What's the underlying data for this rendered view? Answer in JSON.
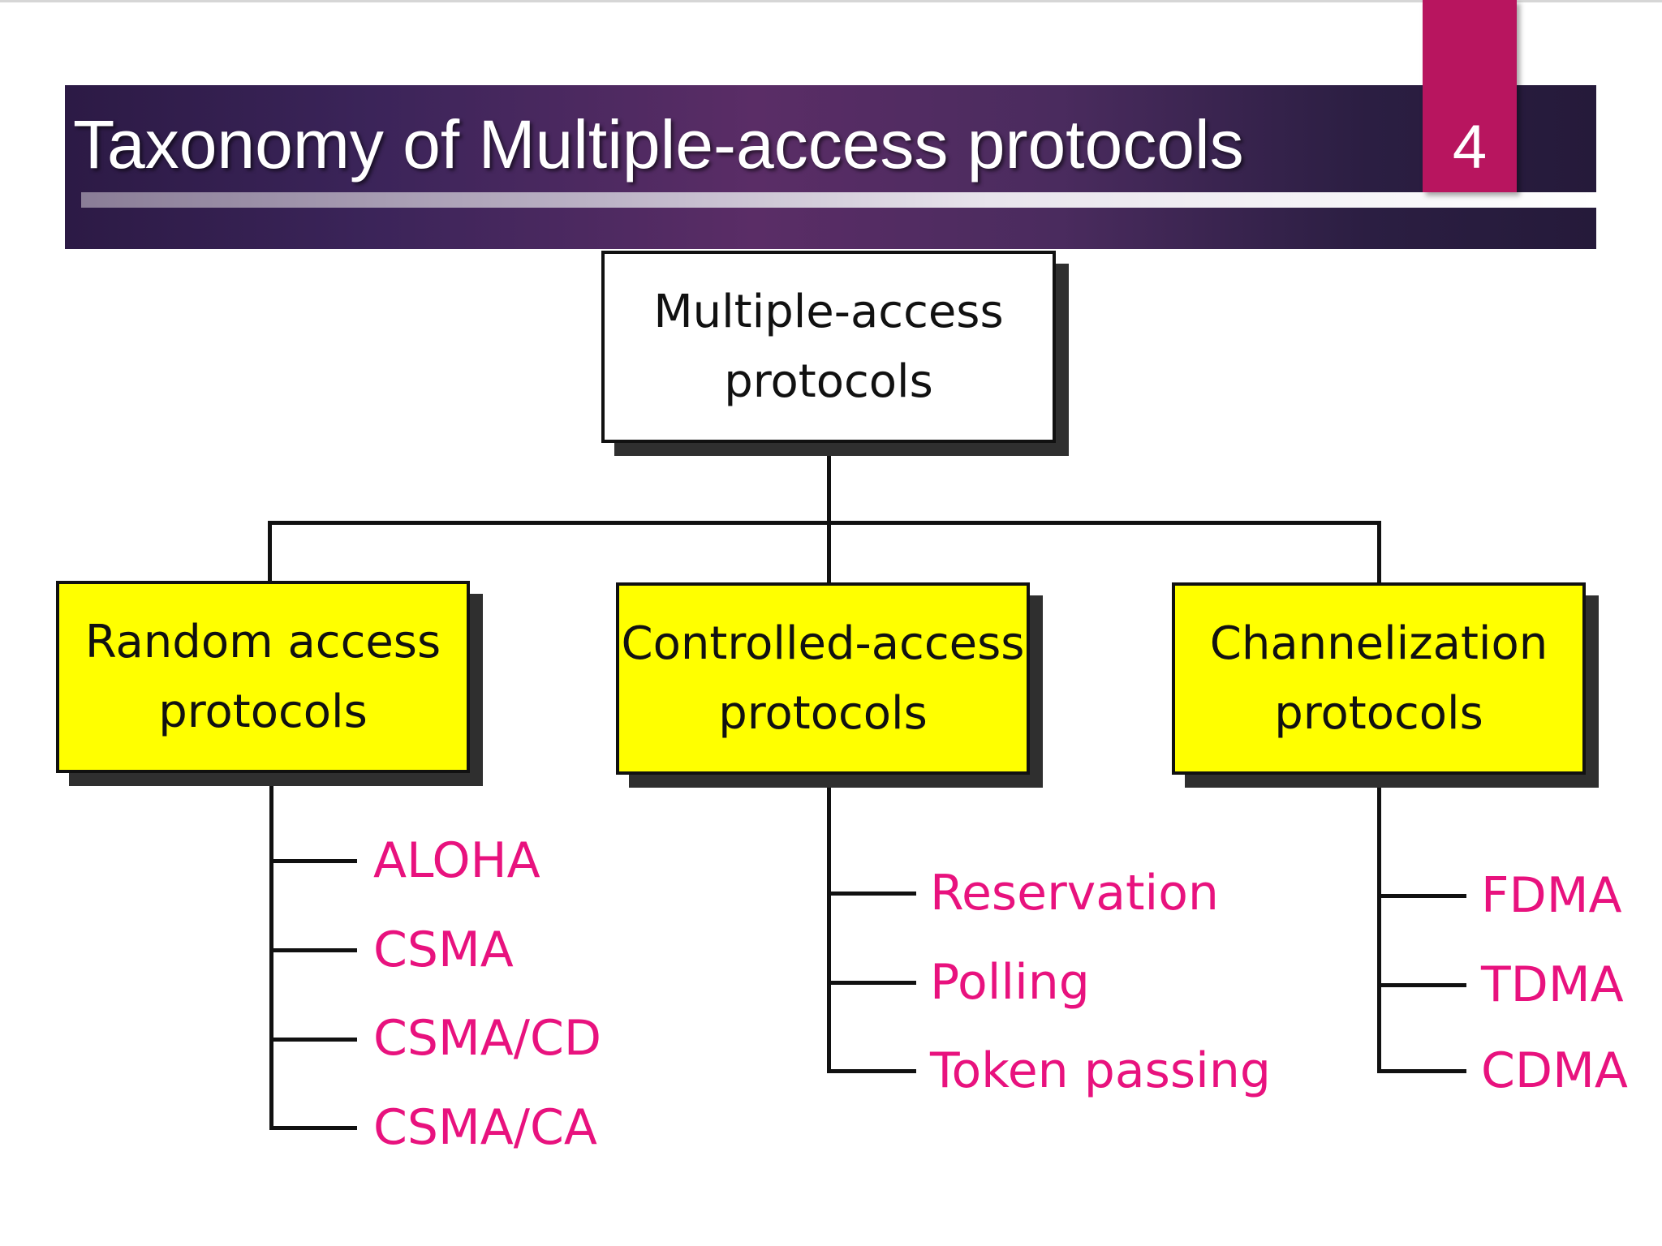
{
  "slide": {
    "title": "Taxonomy of Multiple-access protocols",
    "page_number": "4"
  },
  "diagram": {
    "root": {
      "label": "Multiple-access\nprotocols"
    },
    "categories": [
      {
        "label": "Random access\nprotocols",
        "color": "#ffff00",
        "items": [
          "ALOHA",
          "CSMA",
          "CSMA/CD",
          "CSMA/CA"
        ]
      },
      {
        "label": "Controlled-access\nprotocols",
        "color": "#ffff00",
        "items": [
          "Reservation",
          "Polling",
          "Token passing"
        ]
      },
      {
        "label": "Channelization\nprotocols",
        "color": "#ffff00",
        "items": [
          "FDMA",
          "TDMA",
          "CDMA"
        ]
      }
    ],
    "item_color": "#e8127e"
  },
  "colors": {
    "title_bar": "#3b2459",
    "page_tab": "#b8155f"
  }
}
